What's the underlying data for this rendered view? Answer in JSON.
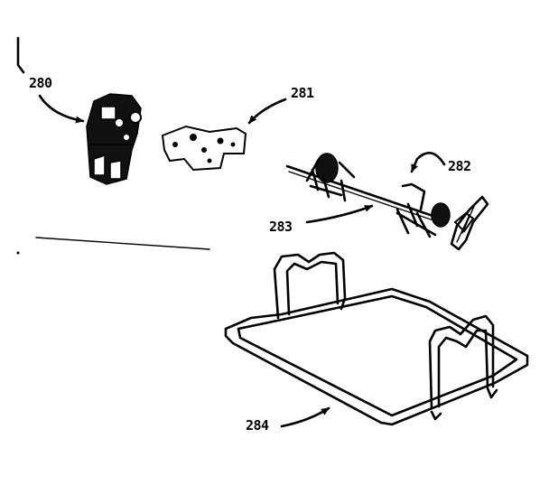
{
  "parts": [
    {
      "id": "280",
      "label": "280",
      "name": "motor"
    },
    {
      "id": "281",
      "label": "281",
      "name": "bracket"
    },
    {
      "id": "282",
      "label": "282",
      "name": "fork"
    },
    {
      "id": "283",
      "label": "283",
      "name": "spit-rod"
    },
    {
      "id": "284",
      "label": "284",
      "name": "rotisserie-rack"
    }
  ]
}
